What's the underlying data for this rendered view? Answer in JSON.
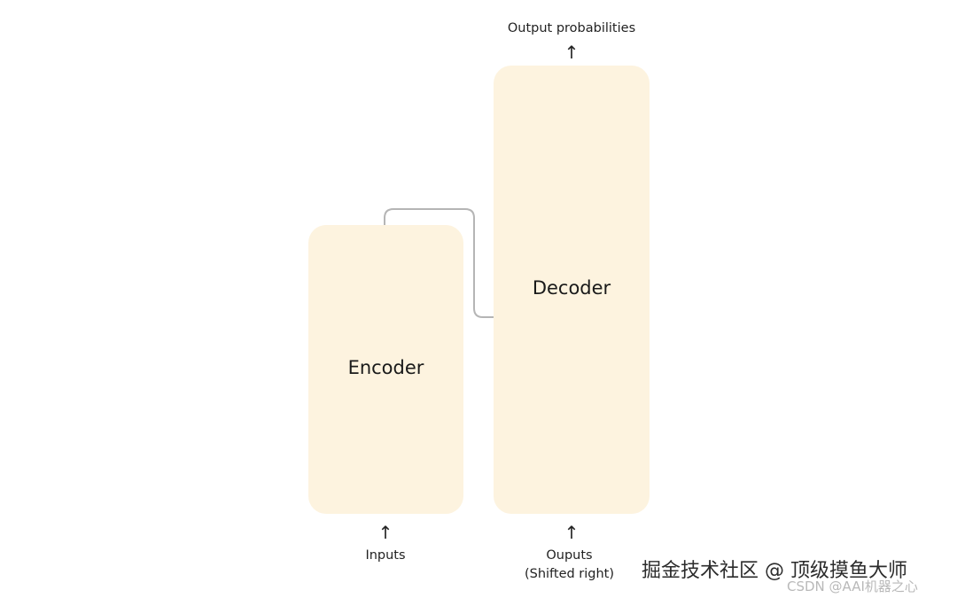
{
  "diagram": {
    "output_label": "Output probabilities",
    "encoder_label": "Encoder",
    "decoder_label": "Decoder",
    "inputs_label": "Inputs",
    "outputs_label_line1": "Ouputs",
    "outputs_label_line2": "(Shifted right)",
    "arrow_glyph": "↑"
  },
  "watermark": {
    "main": "掘金技术社区 @ 顶级摸鱼大师",
    "sub": "CSDN @AAI机器之心"
  },
  "colors": {
    "block_fill": "#fdf3df",
    "connector": "#b5b5b5"
  }
}
